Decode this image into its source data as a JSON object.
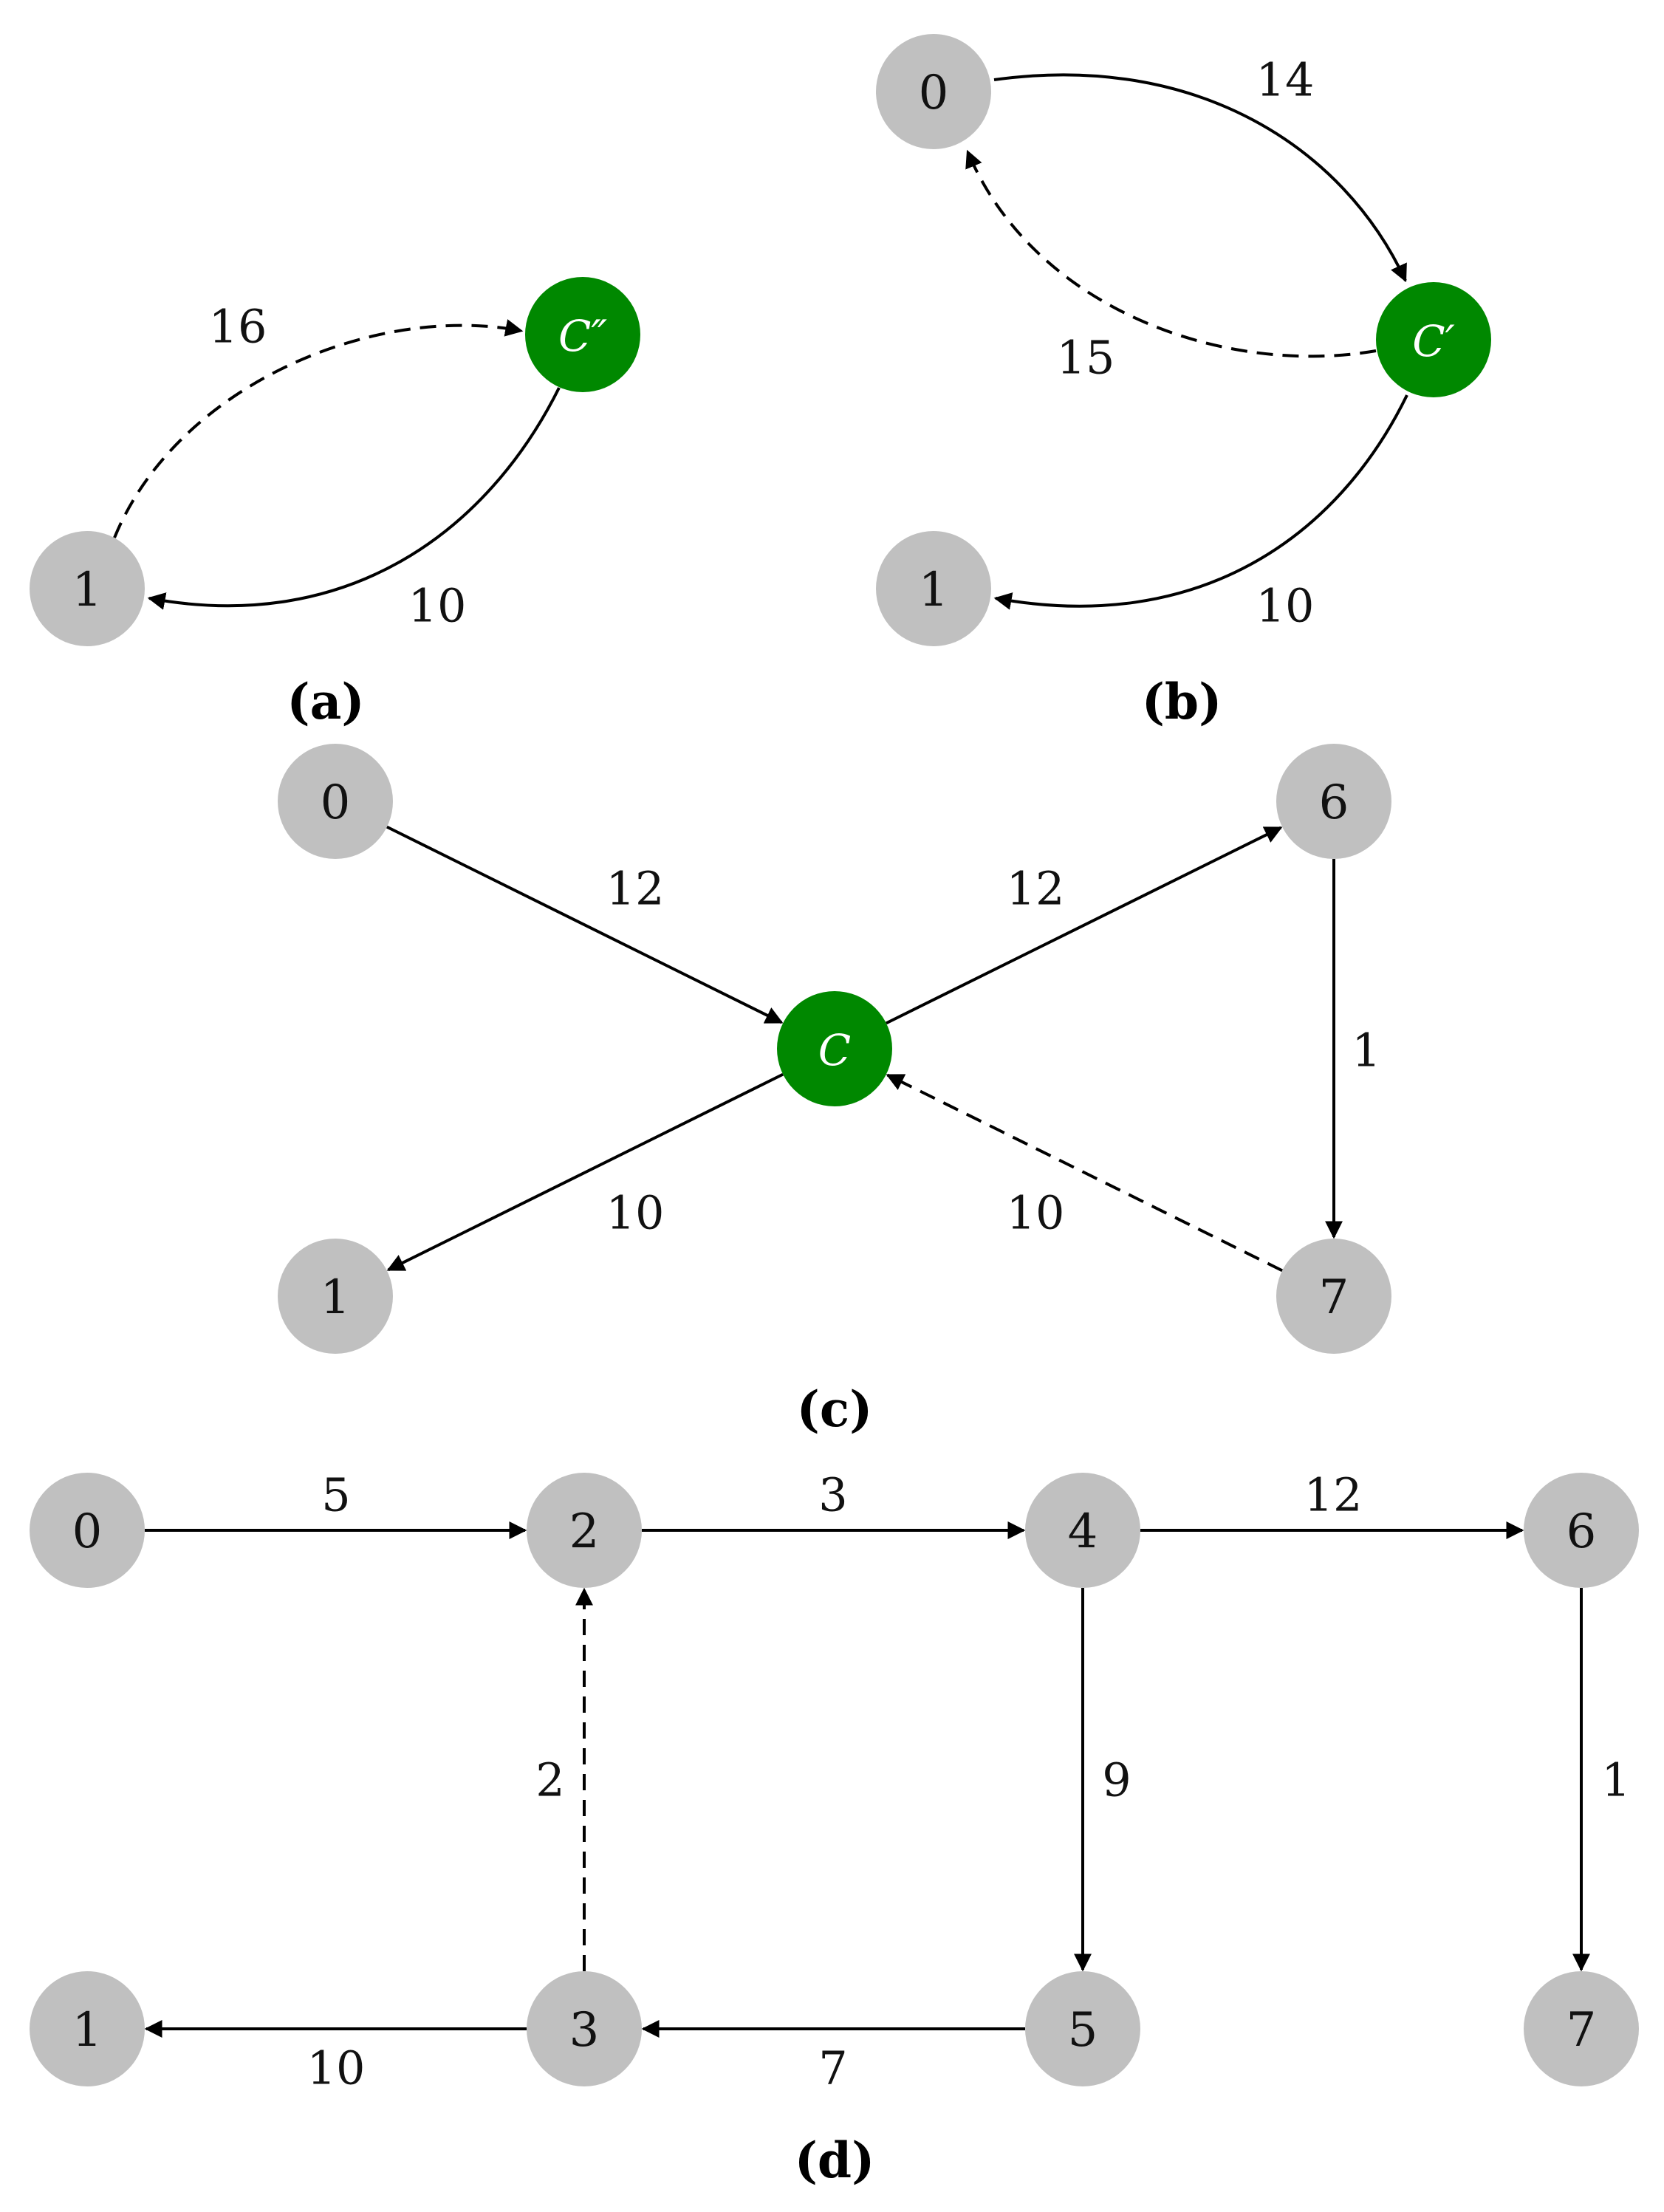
{
  "colors": {
    "node": "#c0c0c0",
    "highlight_node": "#008800"
  },
  "panels": [
    {
      "label": "(a)",
      "nodes": [
        {
          "id": "a1",
          "label": "1",
          "highlight": false
        },
        {
          "id": "aC",
          "label": "C″",
          "highlight": true
        }
      ],
      "edges": [
        {
          "from": "a1",
          "to": "aC",
          "weight": "16",
          "dashed": true
        },
        {
          "from": "aC",
          "to": "a1",
          "weight": "10",
          "dashed": false
        }
      ]
    },
    {
      "label": "(b)",
      "nodes": [
        {
          "id": "b0",
          "label": "0",
          "highlight": false
        },
        {
          "id": "bC",
          "label": "C′",
          "highlight": true
        },
        {
          "id": "b1",
          "label": "1",
          "highlight": false
        }
      ],
      "edges": [
        {
          "from": "b0",
          "to": "bC",
          "weight": "14",
          "dashed": false
        },
        {
          "from": "bC",
          "to": "b0",
          "weight": "15",
          "dashed": true
        },
        {
          "from": "bC",
          "to": "b1",
          "weight": "10",
          "dashed": false
        }
      ]
    },
    {
      "label": "(c)",
      "nodes": [
        {
          "id": "c0",
          "label": "0",
          "highlight": false
        },
        {
          "id": "c6",
          "label": "6",
          "highlight": false
        },
        {
          "id": "cC",
          "label": "C",
          "highlight": true
        },
        {
          "id": "c1",
          "label": "1",
          "highlight": false
        },
        {
          "id": "c7",
          "label": "7",
          "highlight": false
        }
      ],
      "edges": [
        {
          "from": "c0",
          "to": "cC",
          "weight": "12",
          "dashed": false
        },
        {
          "from": "cC",
          "to": "c6",
          "weight": "12",
          "dashed": false
        },
        {
          "from": "c6",
          "to": "c7",
          "weight": "1",
          "dashed": false
        },
        {
          "from": "cC",
          "to": "c1",
          "weight": "10",
          "dashed": false
        },
        {
          "from": "c7",
          "to": "cC",
          "weight": "10",
          "dashed": true
        }
      ]
    },
    {
      "label": "(d)",
      "nodes": [
        {
          "id": "d0",
          "label": "0",
          "highlight": false
        },
        {
          "id": "d2",
          "label": "2",
          "highlight": false
        },
        {
          "id": "d4",
          "label": "4",
          "highlight": false
        },
        {
          "id": "d6",
          "label": "6",
          "highlight": false
        },
        {
          "id": "d1",
          "label": "1",
          "highlight": false
        },
        {
          "id": "d3",
          "label": "3",
          "highlight": false
        },
        {
          "id": "d5",
          "label": "5",
          "highlight": false
        },
        {
          "id": "d7",
          "label": "7",
          "highlight": false
        }
      ],
      "edges": [
        {
          "from": "d0",
          "to": "d2",
          "weight": "5",
          "dashed": false
        },
        {
          "from": "d2",
          "to": "d4",
          "weight": "3",
          "dashed": false
        },
        {
          "from": "d4",
          "to": "d6",
          "weight": "12",
          "dashed": false
        },
        {
          "from": "d3",
          "to": "d2",
          "weight": "2",
          "dashed": true
        },
        {
          "from": "d4",
          "to": "d5",
          "weight": "9",
          "dashed": false
        },
        {
          "from": "d6",
          "to": "d7",
          "weight": "1",
          "dashed": false
        },
        {
          "from": "d3",
          "to": "d1",
          "weight": "10",
          "dashed": false
        },
        {
          "from": "d5",
          "to": "d3",
          "weight": "7",
          "dashed": false
        }
      ]
    }
  ]
}
